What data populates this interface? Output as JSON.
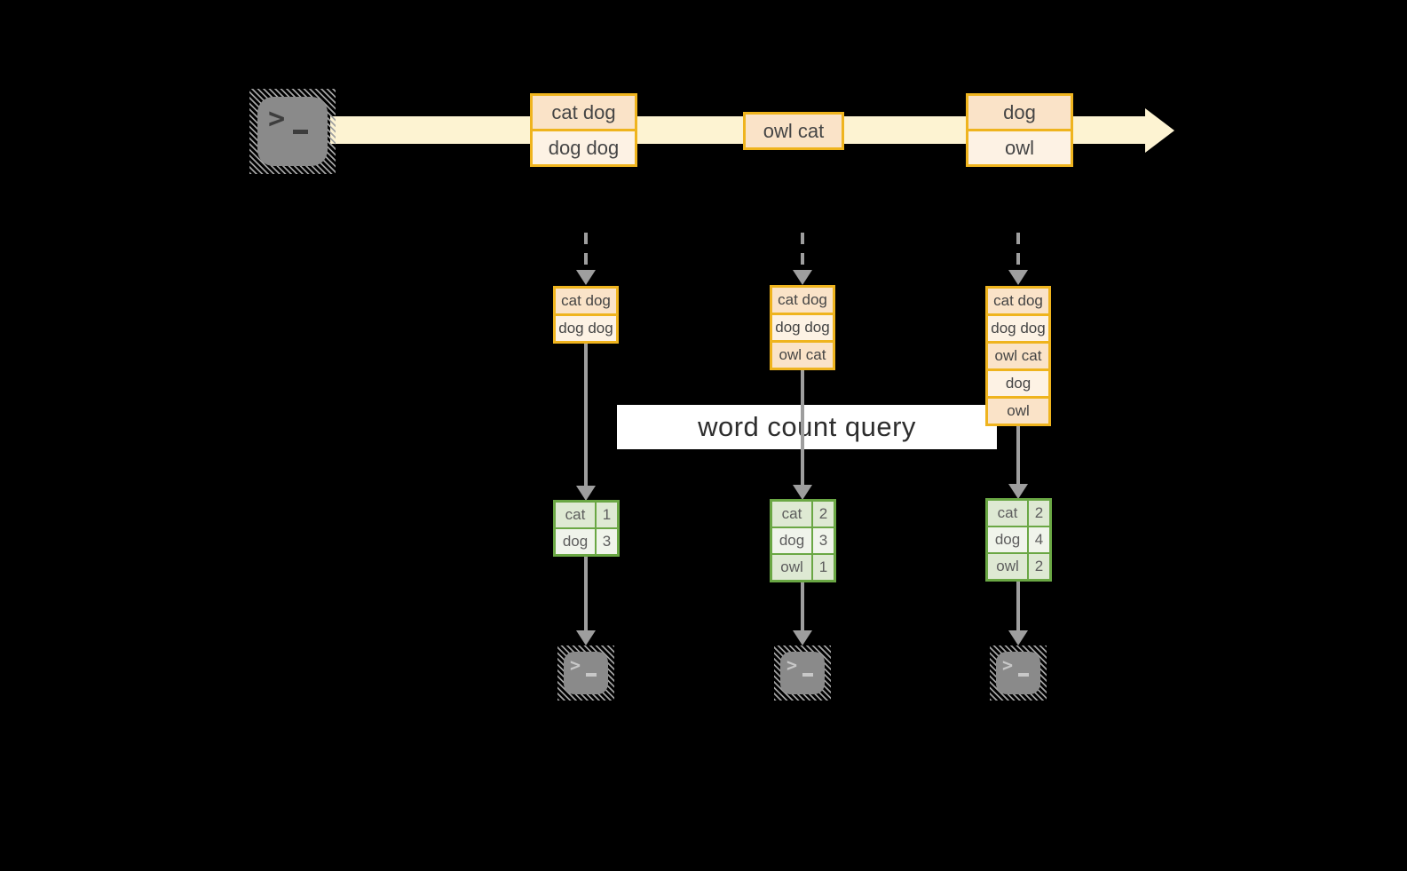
{
  "query_label": "word count query",
  "prompt_glyph_char": ">",
  "icons": {
    "source": "terminal-icon",
    "sinks": [
      "terminal-icon",
      "terminal-icon",
      "terminal-icon"
    ],
    "prompt": "terminal-prompt-icon"
  },
  "stream_batches": [
    {
      "rows": [
        "cat dog",
        "dog dog"
      ]
    },
    {
      "rows": [
        "owl cat"
      ]
    },
    {
      "rows": [
        "dog",
        "owl"
      ]
    }
  ],
  "columns": [
    {
      "state_rows": [
        "cat dog",
        "dog dog"
      ],
      "count_rows": [
        [
          "cat",
          "1"
        ],
        [
          "dog",
          "3"
        ]
      ]
    },
    {
      "state_rows": [
        "cat dog",
        "dog dog",
        "owl cat"
      ],
      "count_rows": [
        [
          "cat",
          "2"
        ],
        [
          "dog",
          "3"
        ],
        [
          "owl",
          "1"
        ]
      ]
    },
    {
      "state_rows": [
        "cat dog",
        "dog dog",
        "owl cat",
        "dog",
        "owl"
      ],
      "count_rows": [
        [
          "cat",
          "2"
        ],
        [
          "dog",
          "4"
        ],
        [
          "owl",
          "2"
        ]
      ]
    }
  ],
  "colors": {
    "background": "#000000",
    "stream_band": "#FDF3D2",
    "event_border": "#EFB41E",
    "event_fill_dark": "#FAE3C8",
    "event_fill_light": "#FDF2E4",
    "table_border": "#6AA744",
    "table_fill_dark": "#DEE9D3",
    "table_fill_light": "#F0F4EB",
    "arrow_gray": "#9E9E9E",
    "terminal_gray": "#8A8A8A",
    "query_band": "#FFFFFF"
  }
}
